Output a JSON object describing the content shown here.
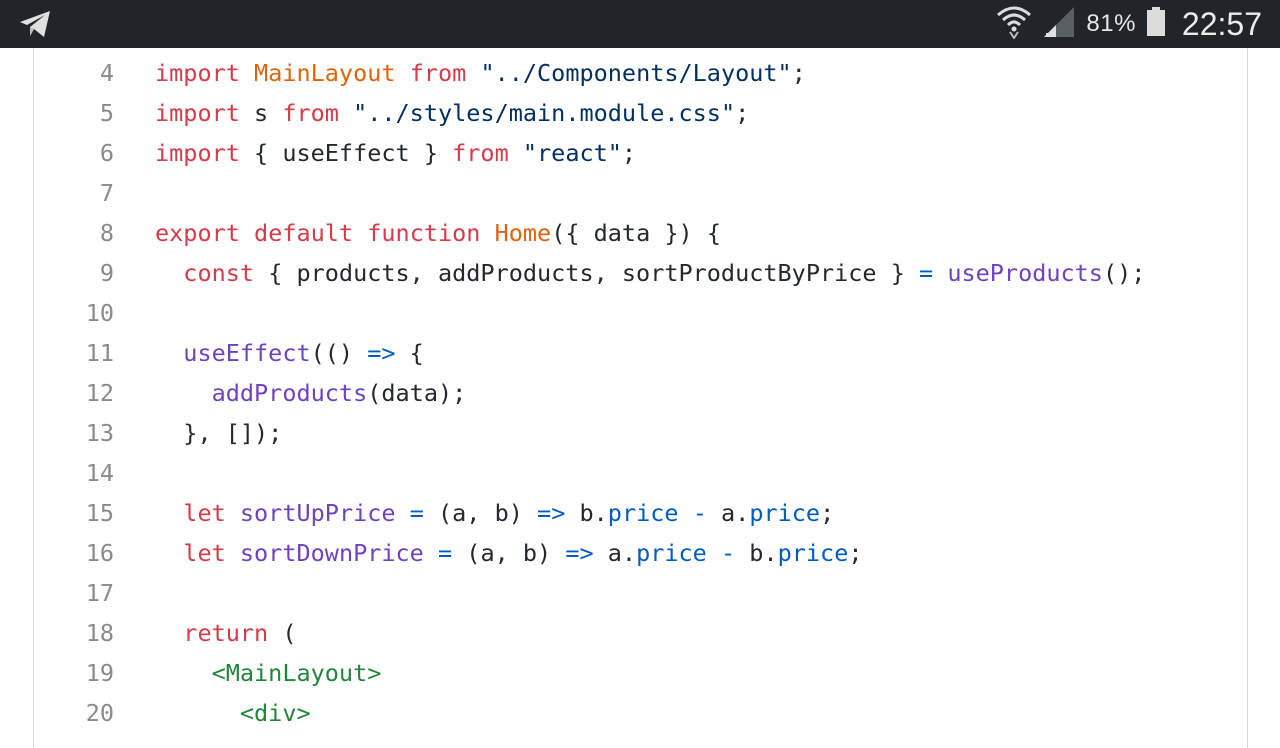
{
  "statusbar": {
    "app_icon": "telegram-send-icon",
    "wifi_icon": "wifi-icon",
    "signal_icon": "cellular-signal-icon",
    "battery_icon": "battery-icon",
    "battery": "81%",
    "time": "22:57"
  },
  "colors": {
    "statusbar_bg": "#212529",
    "keyword": "#d73a49",
    "function_name": "#e36209",
    "string": "#032f62",
    "call": "#6f42c1",
    "operator": "#005cc5",
    "jsx_tag": "#22863a",
    "line_number": "#8a8a8a"
  },
  "code": {
    "lines": [
      {
        "n": "4",
        "tokens": [
          [
            "kw",
            "import"
          ],
          [
            "t",
            " "
          ],
          [
            "fn",
            "MainLayout"
          ],
          [
            "t",
            " "
          ],
          [
            "kw",
            "from"
          ],
          [
            "t",
            " "
          ],
          [
            "str",
            "\"../Components/Layout\""
          ],
          [
            "t",
            ";"
          ]
        ]
      },
      {
        "n": "5",
        "tokens": [
          [
            "kw",
            "import"
          ],
          [
            "t",
            " s "
          ],
          [
            "kw",
            "from"
          ],
          [
            "t",
            " "
          ],
          [
            "str",
            "\"../styles/main.module.css\""
          ],
          [
            "t",
            ";"
          ]
        ]
      },
      {
        "n": "6",
        "tokens": [
          [
            "kw",
            "import"
          ],
          [
            "t",
            " { useEffect } "
          ],
          [
            "kw",
            "from"
          ],
          [
            "t",
            " "
          ],
          [
            "str",
            "\"react\""
          ],
          [
            "t",
            ";"
          ]
        ]
      },
      {
        "n": "7",
        "tokens": []
      },
      {
        "n": "8",
        "tokens": [
          [
            "kw",
            "export"
          ],
          [
            "t",
            " "
          ],
          [
            "kw",
            "default"
          ],
          [
            "t",
            " "
          ],
          [
            "kw",
            "function"
          ],
          [
            "t",
            " "
          ],
          [
            "fn",
            "Home"
          ],
          [
            "t",
            "({ data }) {"
          ]
        ]
      },
      {
        "n": "9",
        "tokens": [
          [
            "t",
            "  "
          ],
          [
            "kw",
            "const"
          ],
          [
            "t",
            " { products, addProducts, sortProductByPrice } "
          ],
          [
            "op",
            "="
          ],
          [
            "t",
            " "
          ],
          [
            "call",
            "useProducts"
          ],
          [
            "t",
            "();"
          ]
        ]
      },
      {
        "n": "10",
        "tokens": []
      },
      {
        "n": "11",
        "tokens": [
          [
            "t",
            "  "
          ],
          [
            "call",
            "useEffect"
          ],
          [
            "t",
            "(() "
          ],
          [
            "op",
            "=>"
          ],
          [
            "t",
            " {"
          ]
        ]
      },
      {
        "n": "12",
        "tokens": [
          [
            "t",
            "    "
          ],
          [
            "call",
            "addProducts"
          ],
          [
            "t",
            "(data);"
          ]
        ]
      },
      {
        "n": "13",
        "tokens": [
          [
            "t",
            "  }, []);"
          ]
        ]
      },
      {
        "n": "14",
        "tokens": []
      },
      {
        "n": "15",
        "tokens": [
          [
            "t",
            "  "
          ],
          [
            "kw",
            "let"
          ],
          [
            "t",
            " "
          ],
          [
            "call",
            "sortUpPrice"
          ],
          [
            "t",
            " "
          ],
          [
            "op",
            "="
          ],
          [
            "t",
            " (a, b) "
          ],
          [
            "op",
            "=>"
          ],
          [
            "t",
            " b."
          ],
          [
            "prop",
            "price"
          ],
          [
            "t",
            " "
          ],
          [
            "op",
            "-"
          ],
          [
            "t",
            " a."
          ],
          [
            "prop",
            "price"
          ],
          [
            "t",
            ";"
          ]
        ]
      },
      {
        "n": "16",
        "tokens": [
          [
            "t",
            "  "
          ],
          [
            "kw",
            "let"
          ],
          [
            "t",
            " "
          ],
          [
            "call",
            "sortDownPrice"
          ],
          [
            "t",
            " "
          ],
          [
            "op",
            "="
          ],
          [
            "t",
            " (a, b) "
          ],
          [
            "op",
            "=>"
          ],
          [
            "t",
            " a."
          ],
          [
            "prop",
            "price"
          ],
          [
            "t",
            " "
          ],
          [
            "op",
            "-"
          ],
          [
            "t",
            " b."
          ],
          [
            "prop",
            "price"
          ],
          [
            "t",
            ";"
          ]
        ]
      },
      {
        "n": "17",
        "tokens": []
      },
      {
        "n": "18",
        "tokens": [
          [
            "t",
            "  "
          ],
          [
            "kw",
            "return"
          ],
          [
            "t",
            " ("
          ]
        ]
      },
      {
        "n": "19",
        "tokens": [
          [
            "t",
            "    "
          ],
          [
            "tag",
            "<MainLayout>"
          ]
        ]
      },
      {
        "n": "20",
        "tokens": [
          [
            "t",
            "      "
          ],
          [
            "tag",
            "<div>"
          ]
        ]
      }
    ]
  }
}
